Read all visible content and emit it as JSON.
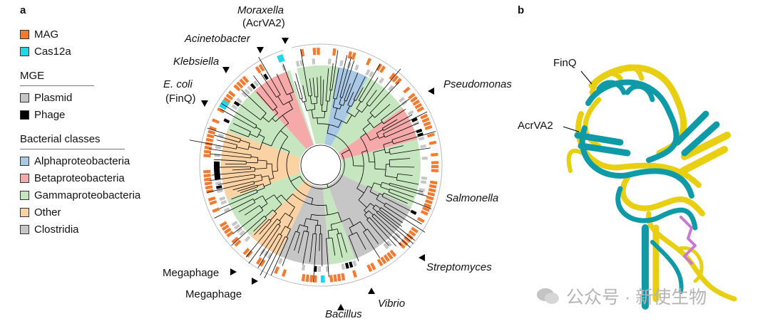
{
  "panel_a": {
    "label": "a"
  },
  "panel_b": {
    "label": "b"
  },
  "legend": {
    "items_top": [
      {
        "label": "MAG",
        "color": "#f47a30"
      },
      {
        "label": "Cas12a",
        "color": "#22d6e8"
      }
    ],
    "mge_header": "MGE",
    "mge_items": [
      {
        "label": "Plasmid",
        "color": "#c6c6c6"
      },
      {
        "label": "Phage",
        "color": "#000000"
      }
    ],
    "classes_header": "Bacterial classes",
    "class_items": [
      {
        "label": "Alphaproteobacteria",
        "color": "#a9c8e6"
      },
      {
        "label": "Betaproteobacteria",
        "color": "#f6a9a9"
      },
      {
        "label": "Gammaproteobacteria",
        "color": "#c6e6c0"
      },
      {
        "label": "Other",
        "color": "#fbd2a4"
      },
      {
        "label": "Clostridia",
        "color": "#c6c6c6"
      }
    ]
  },
  "tree_labels": {
    "moraxella": "Moraxella",
    "acrva2_paren": "(AcrVA2)",
    "acinetobacter": "Acinetobacter",
    "klebsiella": "Klebsiella",
    "ecoli": "E. coli",
    "finq_paren": "(FinQ)",
    "pseudomonas": "Pseudomonas",
    "salmonella": "Salmonella",
    "streptomyces": "Streptomyces",
    "vibrio": "Vibrio",
    "bacillus": "Bacillus",
    "megaphage1": "Megaphage",
    "megaphage2": "Megaphage"
  },
  "structure_labels": {
    "finq": "FinQ",
    "acrva2": "AcrVA2"
  },
  "colors": {
    "finq_chain": "#e8cf12",
    "acrva2_chain": "#0f9aa8",
    "ligand": "#c87ad0"
  },
  "watermark": "公众号 · 新使生物"
}
